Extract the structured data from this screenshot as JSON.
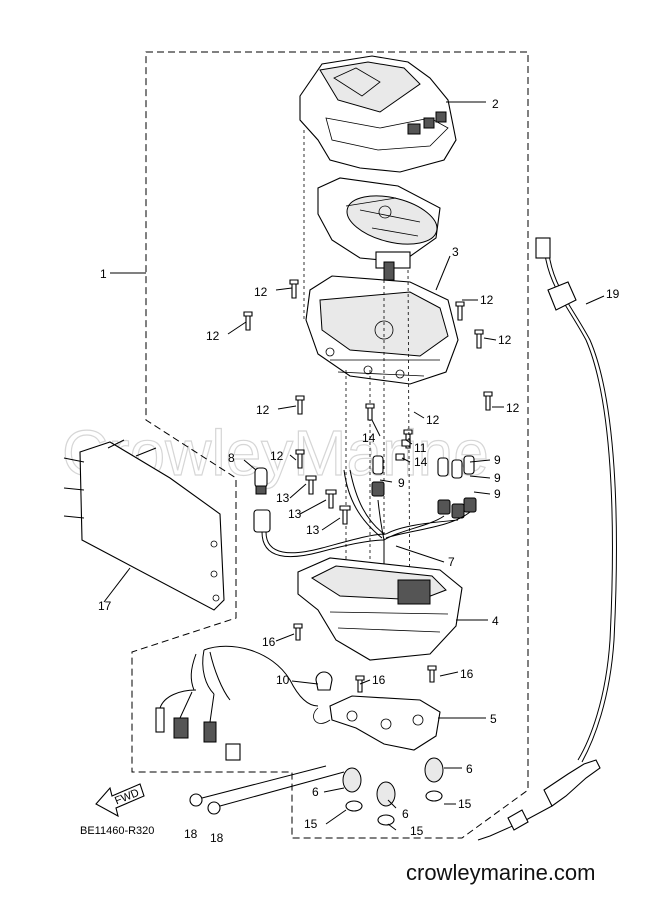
{
  "watermark": "CrowleyMarine",
  "site_label": "crowleymarine.com",
  "diagram_code": "BE11460-R320",
  "fwd_label": "FWD",
  "callouts": [
    {
      "id": "c1",
      "text": "1"
    },
    {
      "id": "c2",
      "text": "2"
    },
    {
      "id": "c3",
      "text": "3"
    },
    {
      "id": "c4",
      "text": "4"
    },
    {
      "id": "c5",
      "text": "5"
    },
    {
      "id": "c6a",
      "text": "6"
    },
    {
      "id": "c6b",
      "text": "6"
    },
    {
      "id": "c6c",
      "text": "6"
    },
    {
      "id": "c7",
      "text": "7"
    },
    {
      "id": "c8",
      "text": "8"
    },
    {
      "id": "c9a",
      "text": "9"
    },
    {
      "id": "c9b",
      "text": "9"
    },
    {
      "id": "c9c",
      "text": "9"
    },
    {
      "id": "c9d",
      "text": "9"
    },
    {
      "id": "c10",
      "text": "10"
    },
    {
      "id": "c11",
      "text": "11"
    },
    {
      "id": "c12a",
      "text": "12"
    },
    {
      "id": "c12b",
      "text": "12"
    },
    {
      "id": "c12c",
      "text": "12"
    },
    {
      "id": "c12d",
      "text": "12"
    },
    {
      "id": "c12e",
      "text": "12"
    },
    {
      "id": "c12f",
      "text": "12"
    },
    {
      "id": "c12g",
      "text": "12"
    },
    {
      "id": "c12h",
      "text": "12"
    },
    {
      "id": "c13a",
      "text": "13"
    },
    {
      "id": "c13b",
      "text": "13"
    },
    {
      "id": "c13c",
      "text": "13"
    },
    {
      "id": "c14a",
      "text": "14"
    },
    {
      "id": "c14b",
      "text": "14"
    },
    {
      "id": "c15a",
      "text": "15"
    },
    {
      "id": "c15b",
      "text": "15"
    },
    {
      "id": "c15c",
      "text": "15"
    },
    {
      "id": "c16a",
      "text": "16"
    },
    {
      "id": "c16b",
      "text": "16"
    },
    {
      "id": "c16c",
      "text": "16"
    },
    {
      "id": "c17",
      "text": "17"
    },
    {
      "id": "c18a",
      "text": "18"
    },
    {
      "id": "c18b",
      "text": "18"
    },
    {
      "id": "c19",
      "text": "19"
    }
  ]
}
